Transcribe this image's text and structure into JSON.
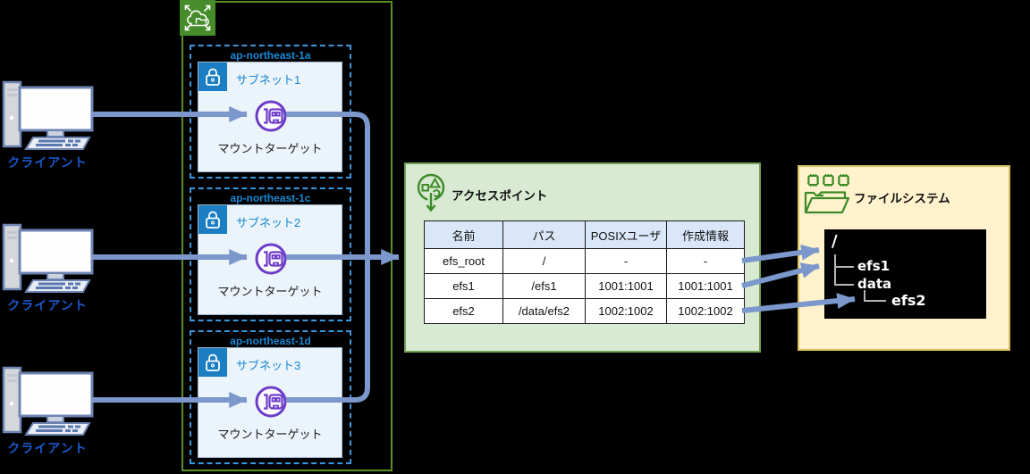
{
  "clients": [
    {
      "label": "クライアント"
    },
    {
      "label": "クライアント"
    },
    {
      "label": "クライアント"
    }
  ],
  "vpc": {
    "availability_zones": [
      {
        "az_label": "ap-northeast-1a",
        "subnet_label": "サブネット1",
        "mount_target_label": "マウントターゲット"
      },
      {
        "az_label": "ap-northeast-1c",
        "subnet_label": "サブネット2",
        "mount_target_label": "マウントターゲット"
      },
      {
        "az_label": "ap-northeast-1d",
        "subnet_label": "サブネット3",
        "mount_target_label": "マウントターゲット"
      }
    ]
  },
  "access_point": {
    "title": "アクセスポイント",
    "table": {
      "headers": [
        "名前",
        "パス",
        "POSIXユーザ",
        "作成情報"
      ],
      "rows": [
        [
          "efs_root",
          "/",
          "-",
          "-"
        ],
        [
          "efs1",
          "/efs1",
          "1001:1001",
          "1001:1001"
        ],
        [
          "efs2",
          "/data/efs2",
          "1002:1002",
          "1002:1002"
        ]
      ]
    }
  },
  "file_system": {
    "title": "ファイルシステム",
    "tree": {
      "root": "/",
      "dir_efs1": "efs1",
      "dir_data": "data",
      "dir_efs2": "efs2"
    }
  },
  "icons": {
    "vpc_icon": "cloud-with-outward-arrows",
    "subnet_lock_icon": "lock",
    "mount_target_icon": "efs-mount-target-circle",
    "client_icon": "desktop-computer",
    "access_point_icon": "shapes-circle-with-down-arrow",
    "file_system_icon": "open-folder-with-gears"
  },
  "colors": {
    "background": "#000000",
    "arrow": "#7B97CB",
    "vpc_border": "#5A9029",
    "az_border": "#3A96DD",
    "az_label": "#1788D4",
    "subnet_fill": "#EBF3FB",
    "lock_blue": "#1B7EC3",
    "mount_target_purple": "#6C3BC8",
    "client_label_blue": "#1C57C9",
    "access_point_fill": "#D9EAD3",
    "access_point_border": "#6FA153",
    "table_header_fill": "#D9E7F8",
    "file_system_fill": "#FFF2CC",
    "file_system_border": "#D8BE5C",
    "icon_green": "#3D8B28",
    "terminal_bg": "#000000"
  }
}
